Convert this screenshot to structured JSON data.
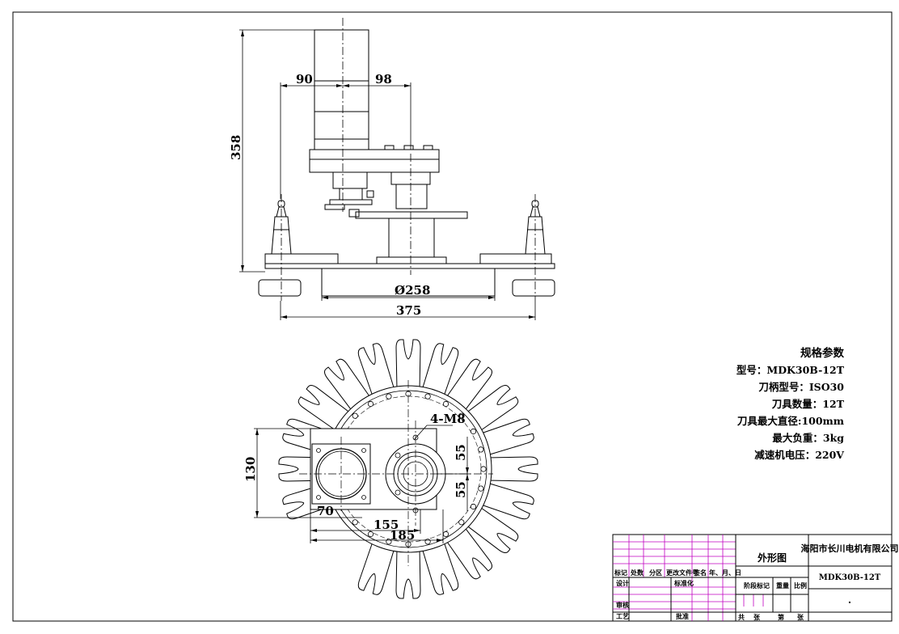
{
  "drawing": {
    "front_view": {
      "dim_left": "90",
      "dim_right": "98",
      "dim_height": "358",
      "dim_base_diameter": "Ø258",
      "dim_total_width": "375"
    },
    "top_view": {
      "dim_thread": "4-M8",
      "dim_upper": "55",
      "dim_lower": "55",
      "dim_height": "130",
      "dim_x1": "70",
      "dim_x2": "155",
      "dim_x3": "185"
    }
  },
  "specs": {
    "title": "规格参数",
    "lines": [
      "型号：MDK30B-12T",
      "刀柄型号：ISO30",
      "刀具数量：12T",
      "刀具最大直径:100mm",
      "最大负重：3kg",
      "减速机电压：220V"
    ]
  },
  "title_block": {
    "drawing_name": "外形图",
    "company": "海阳市长川电机有限公司",
    "model": "MDK30B-12T",
    "dot": ".",
    "rev_header": [
      "标记",
      "处数",
      "分区",
      "更改文件号",
      "签名",
      "年、月、日"
    ],
    "design": "设计",
    "standardize": "标准化",
    "stage_mark": "阶段标记",
    "weight": "重量",
    "scale": "比例",
    "review": "审核",
    "process": "工艺",
    "approve": "批准",
    "total": "共",
    "sheets1": "张",
    "page": "第",
    "sheets2": "张"
  },
  "colors": {
    "line": "#000000",
    "grid": "#c000c0",
    "background": "#ffffff"
  }
}
